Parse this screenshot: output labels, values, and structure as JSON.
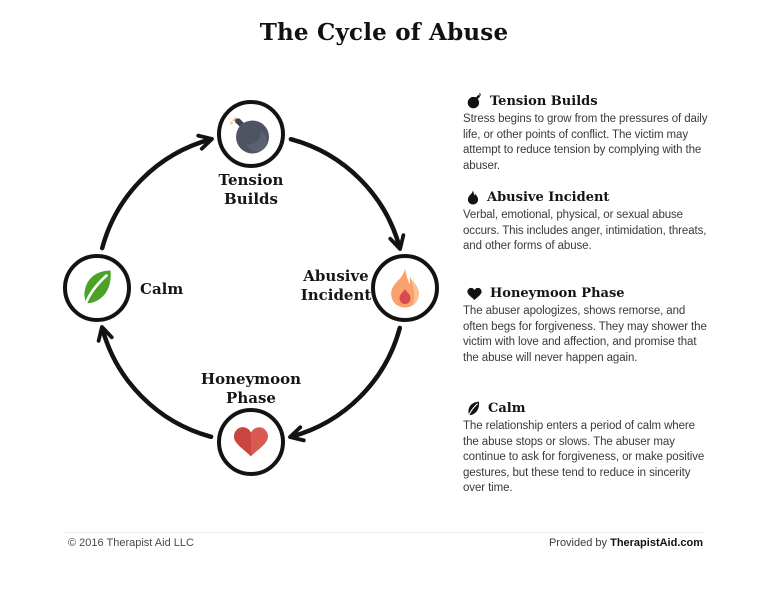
{
  "title": "The Cycle of Abuse",
  "cycle": {
    "direction": "clockwise",
    "arrow_color": "#131313",
    "nodes": [
      {
        "id": "tension-builds",
        "label": "Tension\nBuilds",
        "icon": "bomb-icon",
        "icon_color": "#4f5463"
      },
      {
        "id": "abusive-incident",
        "label": "Abusive\nIncident",
        "icon": "flame-icon",
        "icon_color": "#f9a26c"
      },
      {
        "id": "honeymoon-phase",
        "label": "Honeymoon\nPhase",
        "icon": "heart-icon",
        "icon_color": "#d5544d"
      },
      {
        "id": "calm",
        "label": "Calm",
        "icon": "leaf-icon",
        "icon_color": "#4aa327"
      }
    ]
  },
  "sections": [
    {
      "icon": "bomb-icon",
      "heading": "Tension Builds",
      "body": "Stress begins to grow from the pressures of daily life, or other points of conflict. The victim may attempt to reduce tension by complying with the abuser."
    },
    {
      "icon": "flame-icon",
      "heading": "Abusive Incident",
      "body": "Verbal, emotional, physical, or sexual abuse occurs. This includes anger, intimidation, threats, and other forms of abuse."
    },
    {
      "icon": "heart-icon",
      "heading": "Honeymoon Phase",
      "body": "The abuser apologizes, shows remorse, and often begs for forgiveness. They may shower the victim with love and affection, and promise that the abuse will never happen again."
    },
    {
      "icon": "leaf-icon",
      "heading": "Calm",
      "body": "The relationship enters a period of calm where the abuse stops or slows. The abuser may continue to ask for forgiveness, or make positive gestures, but these tend to reduce in sincerity over time."
    }
  ],
  "footer": {
    "copyright": "© 2016 Therapist Aid LLC",
    "provided_by": "Provided by ",
    "site": "TherapistAid.com"
  }
}
